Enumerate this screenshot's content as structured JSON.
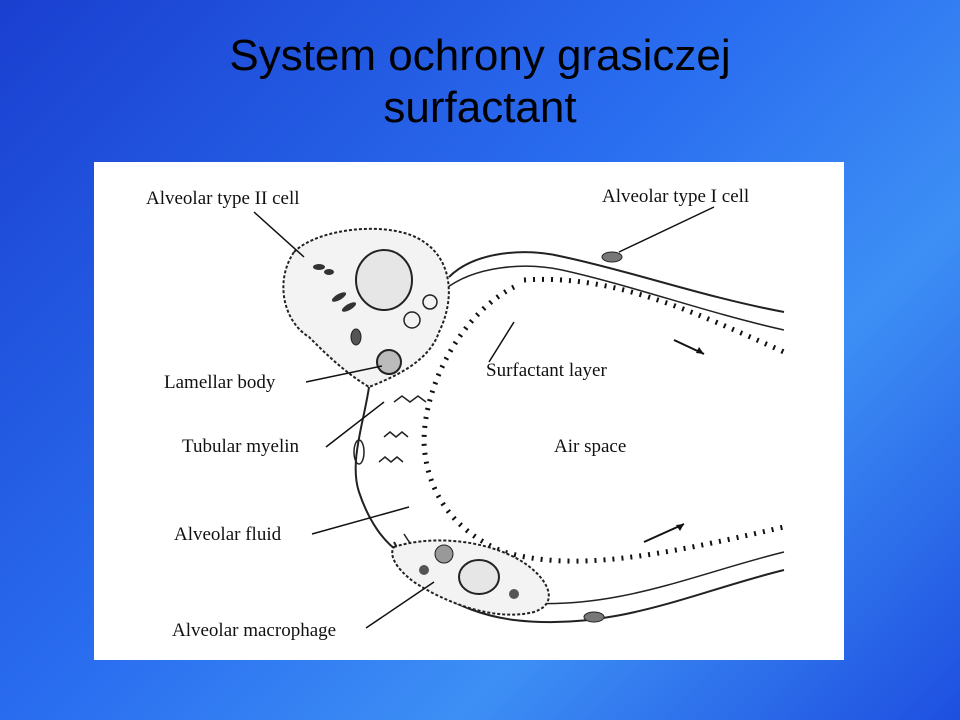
{
  "slide": {
    "title_line1": "System ochrony grasiczej",
    "title_line2": "surfactant"
  },
  "diagram": {
    "labels": {
      "type2_cell": "Alveolar type II cell",
      "type1_cell": "Alveolar type I cell",
      "lamellar_body": "Lamellar body",
      "surfactant_layer": "Surfactant layer",
      "tubular_myelin": "Tubular myelin",
      "air_space": "Air space",
      "alveolar_fluid": "Alveolar fluid",
      "alveolar_macrophage": "Alveolar macrophage"
    }
  }
}
